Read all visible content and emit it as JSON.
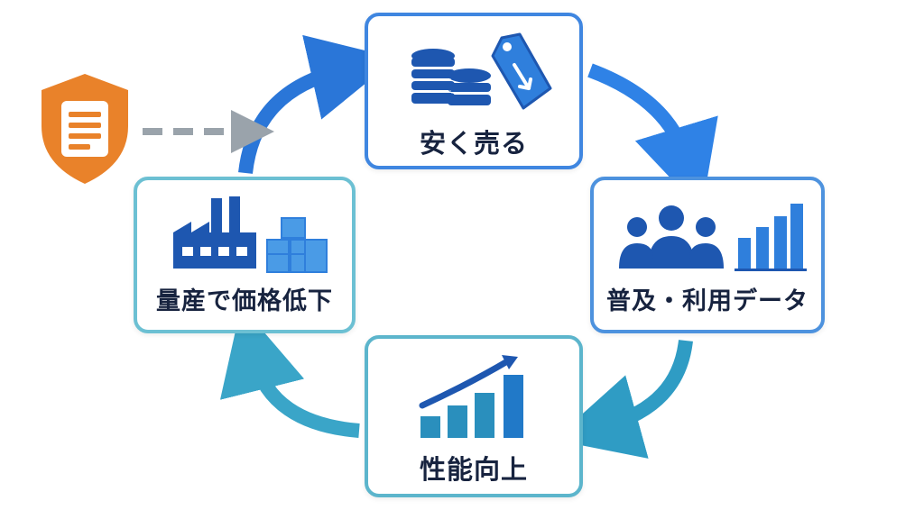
{
  "cycle": {
    "nodes": [
      {
        "label": "安く売る"
      },
      {
        "label": "普及・利用データ"
      },
      {
        "label": "性能向上"
      },
      {
        "label": "量産で価格低下"
      }
    ]
  },
  "icons": {
    "top": [
      "coins-stack-icon",
      "price-tag-icon"
    ],
    "right": [
      "people-group-icon",
      "bar-chart-icon"
    ],
    "bottom": [
      "growth-chart-icon"
    ],
    "left": [
      "factory-icon",
      "cubes-icon"
    ],
    "external": "shield-document-icon"
  },
  "colors": {
    "blue": "#1f5fbf",
    "light_blue": "#3d8be8",
    "teal": "#2c9bbd",
    "orange": "#e9822a"
  }
}
